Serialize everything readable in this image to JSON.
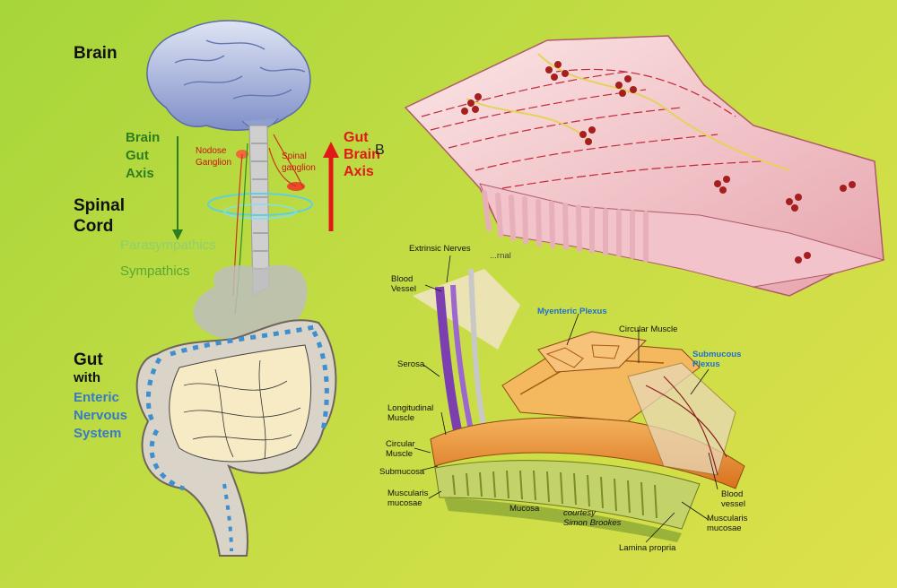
{
  "left_panel": {
    "brain": "Brain",
    "brain_gut_axis": [
      "Brain",
      "Gut",
      "Axis"
    ],
    "nodose_ganglion": [
      "Nodose",
      "Ganglion"
    ],
    "spinal_ganglion": [
      "Spinal",
      "ganglion"
    ],
    "gut_brain_axis": [
      "Gut",
      "Brain",
      "Axis"
    ],
    "panel_letter": "B",
    "spinal_cord": [
      "Spinal",
      "Cord"
    ],
    "parasympathics": "Parasympathics",
    "sympathics": "Sympathics",
    "gut": "Gut",
    "with": "with",
    "enteric_nervous_system": [
      "Enteric",
      "Nervous",
      "System"
    ]
  },
  "right_panel": {
    "extrinsic_nerves": "Extrinsic Nerves",
    "partial_label": "...rnal",
    "blood_vessel_left": [
      "Blood",
      "Vessel"
    ],
    "myenteric_plexus": "Myenteric Plexus",
    "circular_muscle_top": "Circular Muscle",
    "submucous_plexus": [
      "Submucous",
      "Plexus"
    ],
    "serosa": "Serosa",
    "longitudinal_muscle": [
      "Longitudinal",
      "Muscle"
    ],
    "circular_muscle_left": [
      "Circular",
      "Muscle"
    ],
    "submucosa": "Submucosa",
    "muscularis_mucosae_left": [
      "Muscularis",
      "mucosae"
    ],
    "mucosa": "Mucosa",
    "courtesy": [
      "courtesy",
      "Simon Brookes"
    ],
    "blood_vessel_right": [
      "Blood",
      "vessel"
    ],
    "muscularis_mucosae_right": [
      "Muscularis",
      "mucosae"
    ],
    "lamina_propria": "Lamina propria"
  },
  "colors": {
    "background_start": "#a6d63a",
    "background_end": "#dde04a",
    "brain_gut_axis": "#2e7d1f",
    "gut_brain_axis": "#e01818",
    "enteric_label": "#3a79c6",
    "plexus_label": "#1e6fd0"
  }
}
